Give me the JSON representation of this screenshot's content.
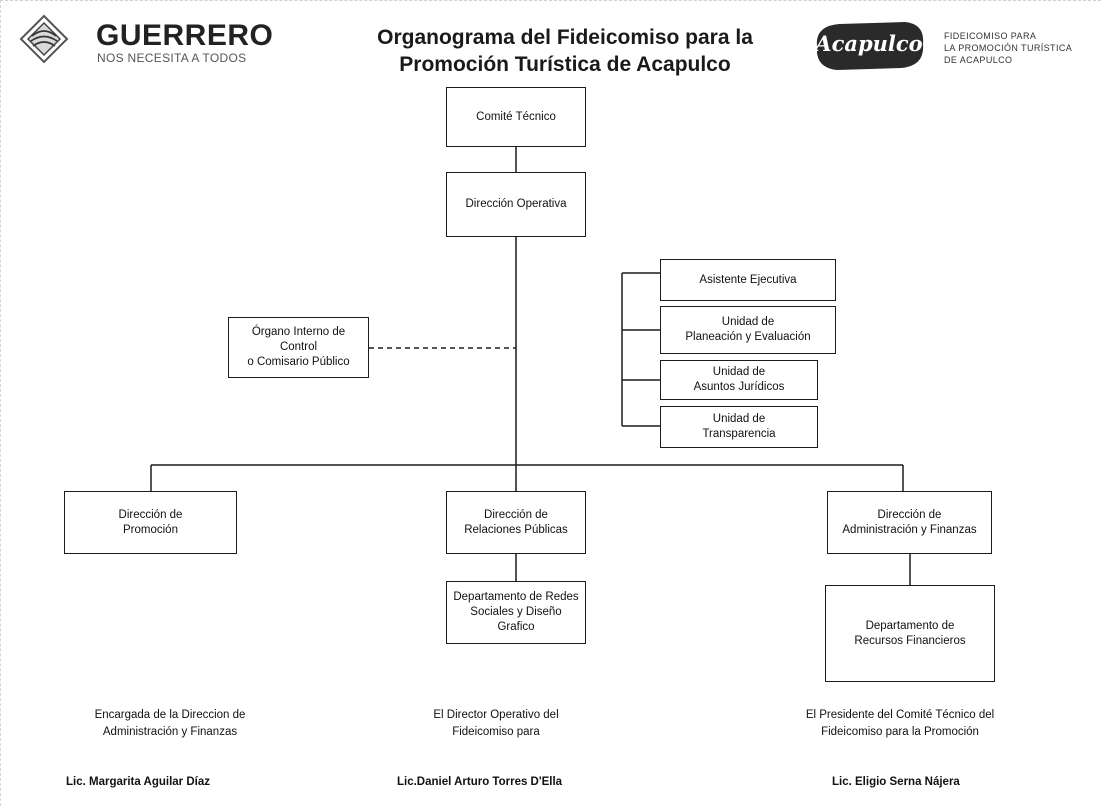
{
  "header": {
    "brand_name": "GUERRERO",
    "brand_tagline": "NOS NECESITA A TODOS",
    "title_line1": "Organograma del Fideicomiso para la",
    "title_line2": "Promoción Turística de Acapulco",
    "right_logo_text": "Acapulco",
    "fideicomiso_line1": "FIDEICOMISO PARA",
    "fideicomiso_line2": "LA PROMOCIÓN TURÍSTICA",
    "fideicomiso_line3": "DE ACAPULCO"
  },
  "org": {
    "comite": "Comité Técnico",
    "direccion_operativa": "Dirección Operativa",
    "asistente": "Asistente Ejecutiva",
    "unidad_planeacion": "Unidad de\nPlaneación y Evaluación",
    "unidad_juridicos": "Unidad de\nAsuntos Jurídicos",
    "unidad_transparencia": "Unidad de\nTransparencia",
    "organo_control": "Órgano Interno de Control\no Comisario Público",
    "dir_promocion": "Dirección de\nPromoción",
    "dir_relaciones": "Dirección de\nRelaciones Públicas",
    "dir_administracion": "Dirección de\nAdministración y Finanzas",
    "depto_redes": "Departamento de Redes\nSociales y Diseño Grafico",
    "depto_recursos": "Departamento de\nRecursos Financieros"
  },
  "signatures": {
    "left_role_line1": "Encargada de la Direccion de",
    "left_role_line2": "Administración y Finanzas",
    "left_name": "Lic. Margarita Aguilar Díaz",
    "center_role_line1": "El Director Operativo del",
    "center_role_line2": "Fideicomiso para",
    "center_name": "Lic.Daniel Arturo Torres D'Ella",
    "right_role_line1": "El Presidente del Comité Técnico del",
    "right_role_line2": "Fideicomiso para la Promoción",
    "right_name": "Lic. Eligio Serna Nájera"
  },
  "colors": {
    "line": "#1c1c1c",
    "text": "#111111",
    "logo_dark": "#2a2a2a"
  }
}
